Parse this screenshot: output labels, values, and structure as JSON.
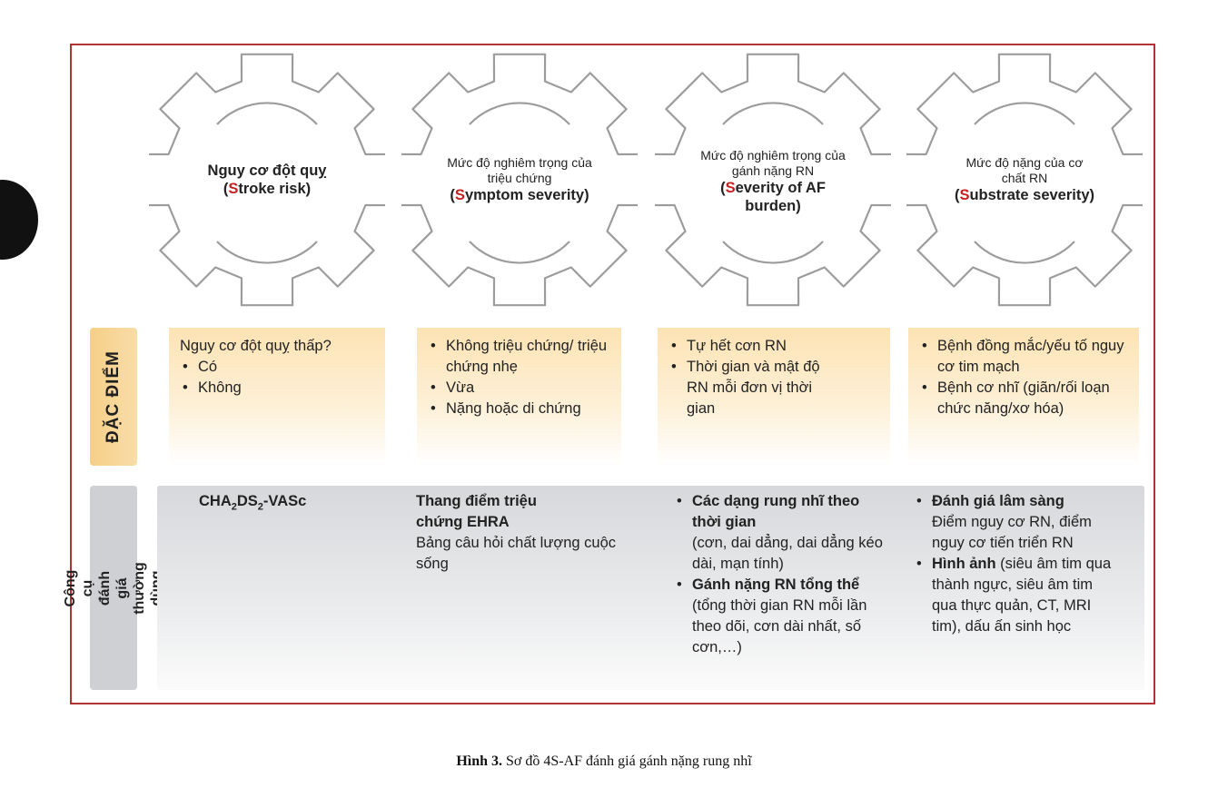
{
  "caption": {
    "label": "Hình 3.",
    "text": " Sơ đồ 4S-AF đánh giá gánh nặng rung nhĩ"
  },
  "gears": [
    {
      "main": "Nguy cơ đột quỵ",
      "en_initial": "S",
      "en_rest": "troke risk)"
    },
    {
      "sub": "Mức độ nghiêm trọng của triệu chứng",
      "en_initial": "S",
      "en_rest": "ymptom severity)"
    },
    {
      "sub": "Mức độ nghiêm trọng của gánh nặng RN",
      "en_initial": "S",
      "en_rest": "everity of AF burden)"
    },
    {
      "sub": "Mức độ nặng của cơ chất RN",
      "en_initial": "S",
      "en_rest": "ubstrate severity)"
    }
  ],
  "row_labels": {
    "characteristics": "ĐẶC ĐIỂM",
    "tools": "Công cụ đánh giá thường dùng"
  },
  "characteristics": {
    "stroke": {
      "question": "Nguy cơ đột quỵ thấp?",
      "options": [
        "Có",
        "Không"
      ]
    },
    "symptom": [
      "Không triệu chứng/ triệu chứng nhẹ",
      "Vừa",
      "Nặng hoặc di chứng"
    ],
    "burden": [
      "Tự hết cơn RN",
      "Thời gian và mật độ RN mỗi đơn vị thời gian"
    ],
    "substrate": [
      "Bệnh đồng mắc/yếu tố nguy cơ tim mạch",
      "Bệnh cơ nhĩ (giãn/rối loạn chức năng/xơ hóa)"
    ]
  },
  "tools": {
    "stroke": {
      "cha": "CHA",
      "sub1": "2",
      "ds": "DS",
      "sub2": "2",
      "vasc": "-VASc"
    },
    "symptom": {
      "title": "Thang điểm triệu chứng EHRA",
      "text": "Bảng câu hỏi chất lượng cuộc sống"
    },
    "burden": [
      {
        "bold": "Các dạng rung nhĩ theo thời gian",
        "text": "(cơn, dai dẳng, dai dẳng kéo dài, mạn tính)"
      },
      {
        "bold": "Gánh nặng RN tổng thể",
        "text": " (tổng thời gian RN mỗi lần theo dõi, cơn dài nhất, số cơn,…)"
      }
    ],
    "substrate": [
      {
        "bold": "Đánh giá lâm sàng",
        "text": "Điểm nguy cơ RN, điểm nguy cơ tiến triển RN"
      },
      {
        "bold": "Hình ảnh",
        "text": " (siêu âm tim qua thành ngực, siêu âm tim qua thực quản, CT, MRI tim), dấu ấn sinh học"
      }
    ]
  }
}
